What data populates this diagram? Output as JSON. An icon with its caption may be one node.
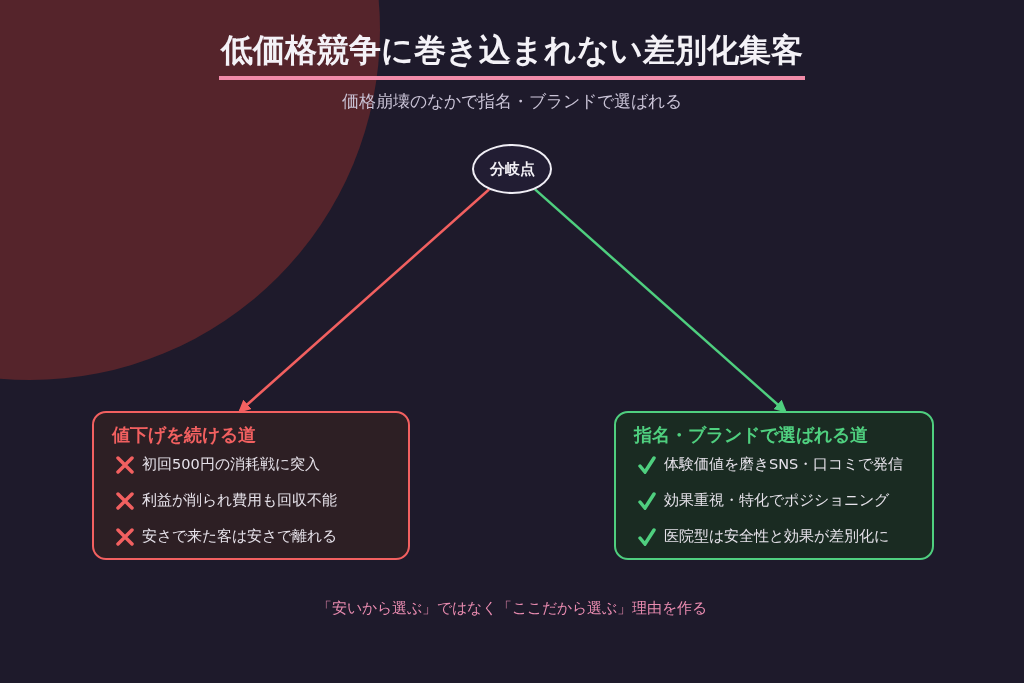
{
  "diagram": {
    "title": "低価格競争に巻き込まれない差別化集客",
    "nodes": [
      {
        "text": [
          "分岐点"
        ]
      },
      {
        "text": [
          "値下げを続ける道",
          "初回500円の消耗戦に突入",
          "利益が削られ費用も回収不能",
          "安さで来た客は安さで離れる"
        ]
      },
      {
        "text": [
          "指名・ブランドで選ばれる道",
          "体験価値を磨きSNS・口コミで発信",
          "効果重視・特化でポジショニング",
          "医院型は安全性と効果が差別化に"
        ]
      }
    ],
    "edges": [
      {
        "from": 0,
        "to": 1,
        "arrow": "to",
        "color": "#f26060"
      },
      {
        "from": 0,
        "to": 2,
        "arrow": "to",
        "color": "#4fcf7f"
      }
    ],
    "labels": [
      "価格崩壊のなかで指名・ブランドで選ばれる"
    ],
    "caption": "「安いから選ぶ」ではなく「ここだから選ぶ」理由を作る"
  }
}
